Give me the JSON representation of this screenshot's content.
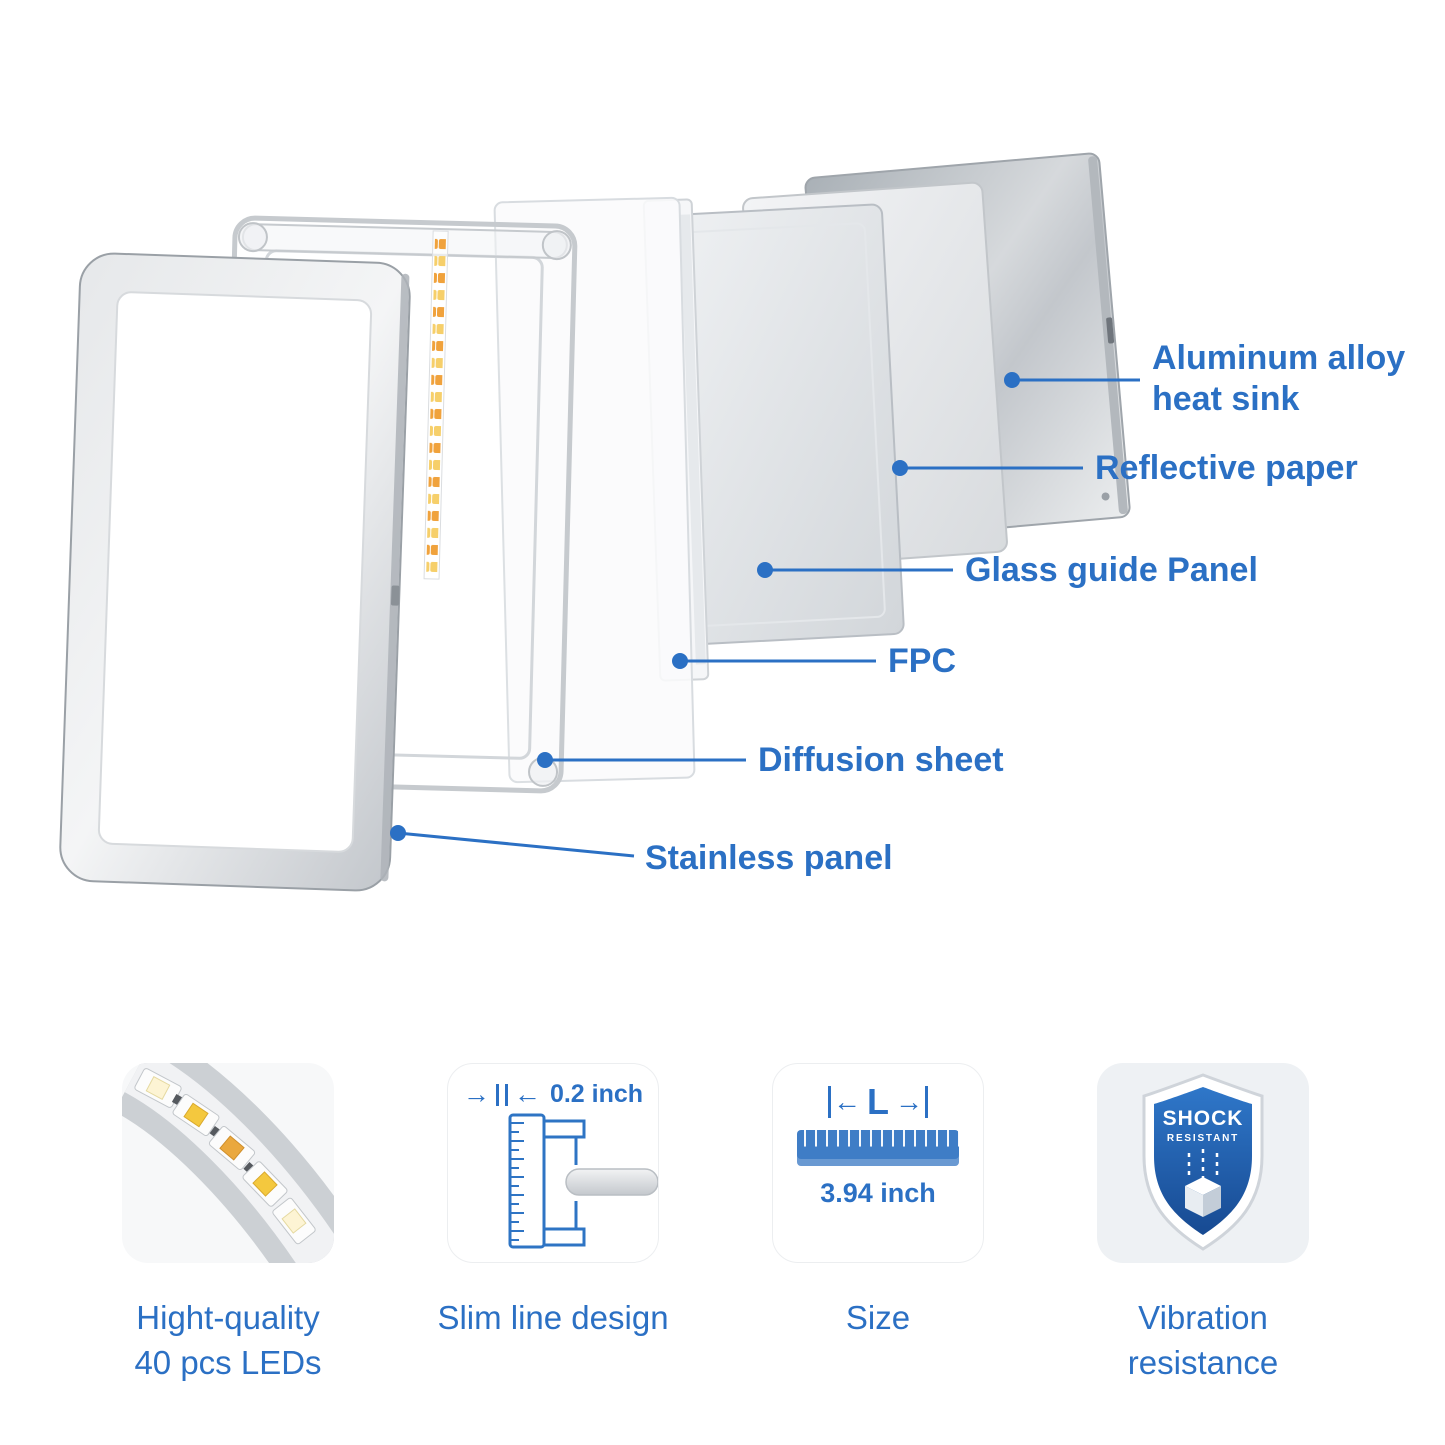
{
  "colors": {
    "accent": "#2b70c4",
    "metal": "#c6cacf",
    "led_orange": "#f0a23c",
    "led_yellow": "#f6cf6a"
  },
  "callouts": [
    {
      "id": "aluminum-heat-sink",
      "line1": "Aluminum alloy",
      "line2": "heat sink"
    },
    {
      "id": "reflective-paper",
      "line1": "Reflective paper",
      "line2": ""
    },
    {
      "id": "glass-guide-panel",
      "line1": "Glass guide Panel",
      "line2": ""
    },
    {
      "id": "fpc",
      "line1": "FPC",
      "line2": ""
    },
    {
      "id": "diffusion-sheet",
      "line1": "Diffusion sheet",
      "line2": ""
    },
    {
      "id": "stainless-panel",
      "line1": "Stainless panel",
      "line2": ""
    }
  ],
  "cards": {
    "leds": {
      "caption_line1": "Hight-quality",
      "caption_line2": "40 pcs LEDs"
    },
    "slim": {
      "caption_line1": "Slim line design",
      "caption_line2": "",
      "measurement": "0.2 inch"
    },
    "size": {
      "caption_line1": "Size",
      "caption_line2": "",
      "dimension_label": "L",
      "measurement": "3.94 inch"
    },
    "vibration": {
      "caption_line1": "Vibration",
      "caption_line2": "resistance",
      "badge_line1": "SHOCK",
      "badge_line2": "RESISTANT"
    }
  }
}
